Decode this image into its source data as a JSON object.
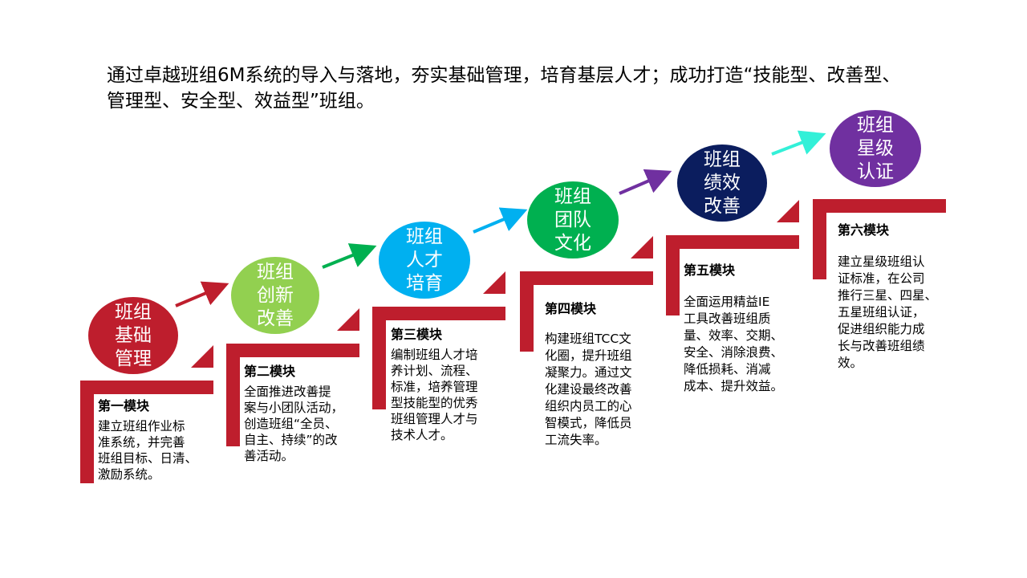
{
  "headline": "通过卓越班组6M系统的导入与落地，夯实基础管理，培育基层人才；成功打造“技能型、改善型、管理型、安全型、效益型”班组。",
  "modules": [
    {
      "circle": [
        "班组",
        "基础",
        "管理"
      ],
      "color": "#be1e2d",
      "title": "第一模块",
      "desc": "建立班组作业标\n准系统，并完善\n班组目标、日清、\n激励系统。"
    },
    {
      "circle": [
        "班组",
        "创新",
        "改善"
      ],
      "color": "#92d050",
      "title": "第二模块",
      "desc": "全面推进改善提\n案与小团队活动，\n创造班组“全员、\n自主、持续”的改\n善活动。"
    },
    {
      "circle": [
        "班组",
        "人才",
        "培育"
      ],
      "color": "#00b0f0",
      "title": "第三模块",
      "desc": "编制班组人才培\n养计划、流程、\n标准，培养管理\n型技能型的优秀\n班组管理人才与\n技术人才。"
    },
    {
      "circle": [
        "班组",
        "团队",
        "文化"
      ],
      "color": "#00b050",
      "title": "第四模块",
      "desc": "构建班组TCC文\n化圈，提升班组\n凝聚力。通过文\n化建设最终改善\n组织内员工的心\n智模式，降低员\n工流失率。"
    },
    {
      "circle": [
        "班组",
        "绩效",
        "改善"
      ],
      "color": "#0b1d5e",
      "title": "第五模块",
      "desc": "全面运用精益IE\n工具改善班组质\n量、效率、交期、\n安全、消除浪费、\n降低损耗、消减\n成本、提升效益。"
    },
    {
      "circle": [
        "班组",
        "星级",
        "认证"
      ],
      "color": "#7030a0",
      "title": "第六模块",
      "desc": "建立星级班组认\n证标准，在公司\n推行三星、四星、\n五星班组认证，\n促进组织能力成\n长与改善班组绩\n效。"
    }
  ],
  "arrow_colors": [
    "#be1e2d",
    "#00b050",
    "#00b0f0",
    "#7030a0",
    "#33f0d8"
  ],
  "step_color": "#be1e2d"
}
